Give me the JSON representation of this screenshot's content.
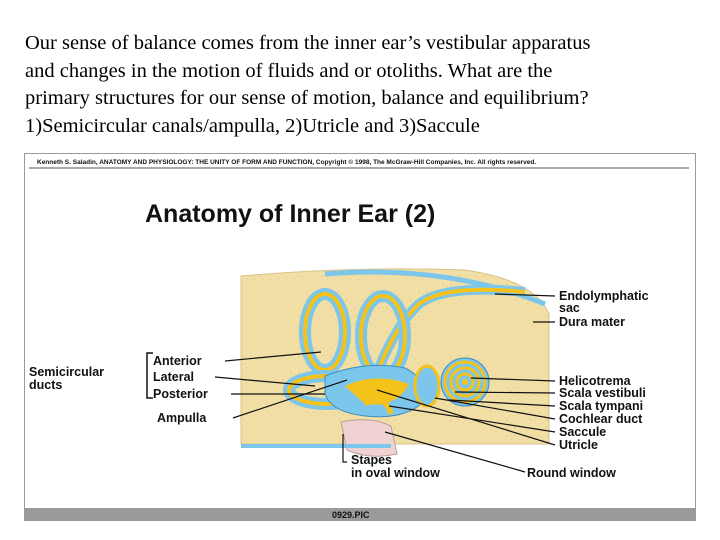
{
  "slide": {
    "lines": [
      "Our sense of balance comes from the inner ear’s vestibular apparatus",
      "and changes in the motion of fluids and or otoliths.  What are the",
      "primary structures for our sense of motion, balance and equilibrium?",
      "1)Semicircular canals/ampulla, 2)Utricle and 3)Saccule"
    ]
  },
  "figure": {
    "credit": "Kenneth S. Saladin, ANATOMY AND PHYSIOLOGY: THE UNITY OF FORM AND FUNCTION, Copyright © 1998, The McGraw-Hill Companies, Inc.  All rights reserved.",
    "title": "Anatomy of Inner Ear (2)",
    "footer": "0929.PIC",
    "left_group": {
      "line1": "Semicircular",
      "line2": "ducts"
    },
    "left_labels": {
      "anterior": "Anterior",
      "lateral": "Lateral",
      "posterior": "Posterior",
      "ampulla": "Ampulla"
    },
    "right_labels": {
      "endolymphatic_1": "Endolymphatic",
      "endolymphatic_2": "sac",
      "dura_mater": "Dura mater",
      "helicotrema": "Helicotrema",
      "scala_vestibuli": "Scala vestibuli",
      "scala_tympani": "Scala tympani",
      "cochlear_duct": "Cochlear duct",
      "saccule": "Saccule",
      "utricle": "Utricle"
    },
    "bottom_labels": {
      "stapes_1": "Stapes",
      "stapes_2": "in oval window",
      "round_window": "Round window"
    },
    "colors": {
      "bone": "#f2dfa6",
      "perilymph": "#7cc6ec",
      "membrane": "#f5c21a",
      "gutter": "#9a9a9a"
    }
  }
}
